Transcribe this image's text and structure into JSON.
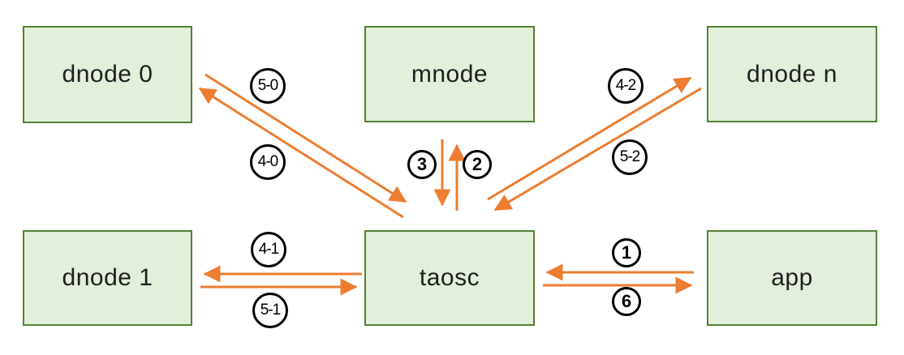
{
  "nodes": [
    {
      "id": "dnode0",
      "label": "dnode 0"
    },
    {
      "id": "mnode",
      "label": "mnode"
    },
    {
      "id": "dnoden",
      "label": "dnode n"
    },
    {
      "id": "dnode1",
      "label": "dnode 1"
    },
    {
      "id": "taosc",
      "label": "taosc"
    },
    {
      "id": "app",
      "label": "app"
    }
  ],
  "edges": [
    {
      "label": "5-0",
      "from": "dnode 0",
      "to": "taosc"
    },
    {
      "label": "4-0",
      "from": "taosc",
      "to": "dnode 0"
    },
    {
      "label": "3",
      "from": "mnode",
      "to": "taosc"
    },
    {
      "label": "2",
      "from": "taosc",
      "to": "mnode"
    },
    {
      "label": "4-2",
      "from": "taosc",
      "to": "dnode n"
    },
    {
      "label": "5-2",
      "from": "dnode n",
      "to": "taosc"
    },
    {
      "label": "4-1",
      "from": "taosc",
      "to": "dnode 1"
    },
    {
      "label": "5-1",
      "from": "dnode 1",
      "to": "taosc"
    },
    {
      "label": "1",
      "from": "app",
      "to": "taosc"
    },
    {
      "label": "6",
      "from": "taosc",
      "to": "app"
    }
  ],
  "colors": {
    "arrow": "#ED7D31",
    "node_fill": "#E2EFDA",
    "node_border": "#548235",
    "circle_border": "#000000",
    "text": "#1F1F1F",
    "background": "#FFFFFF"
  }
}
